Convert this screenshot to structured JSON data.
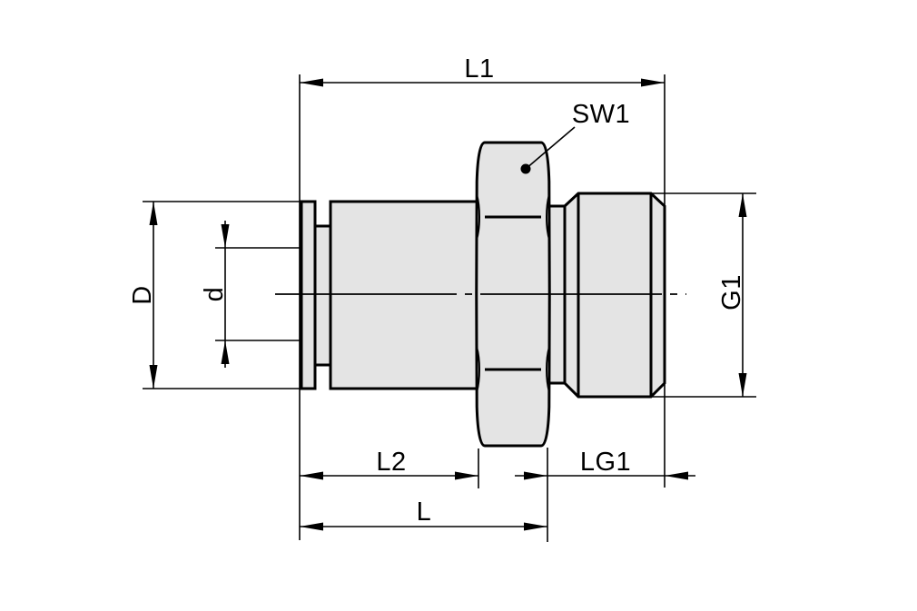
{
  "drawing": {
    "description": "Technical side-view drawing of a push-in pneumatic fitting with male thread",
    "background": "#ffffff",
    "part_fill": "#e4e4e4",
    "line_color": "#000000",
    "dimensions": {
      "overall_length": "L1",
      "wrench_size": "SW1",
      "outer_diameter": "D",
      "tube_diameter": "d",
      "thread_diameter": "G1",
      "body_length": "L2",
      "thread_length": "LG1",
      "length_to_hex": "L"
    }
  }
}
